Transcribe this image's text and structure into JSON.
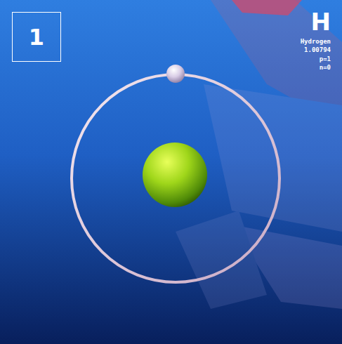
{
  "diagram": {
    "nodes": [
      {
        "text": [
          "1"
        ]
      }
    ],
    "labels": [
      "H",
      "Hydrogen",
      "1.00794",
      "p=1",
      "n=0"
    ]
  }
}
